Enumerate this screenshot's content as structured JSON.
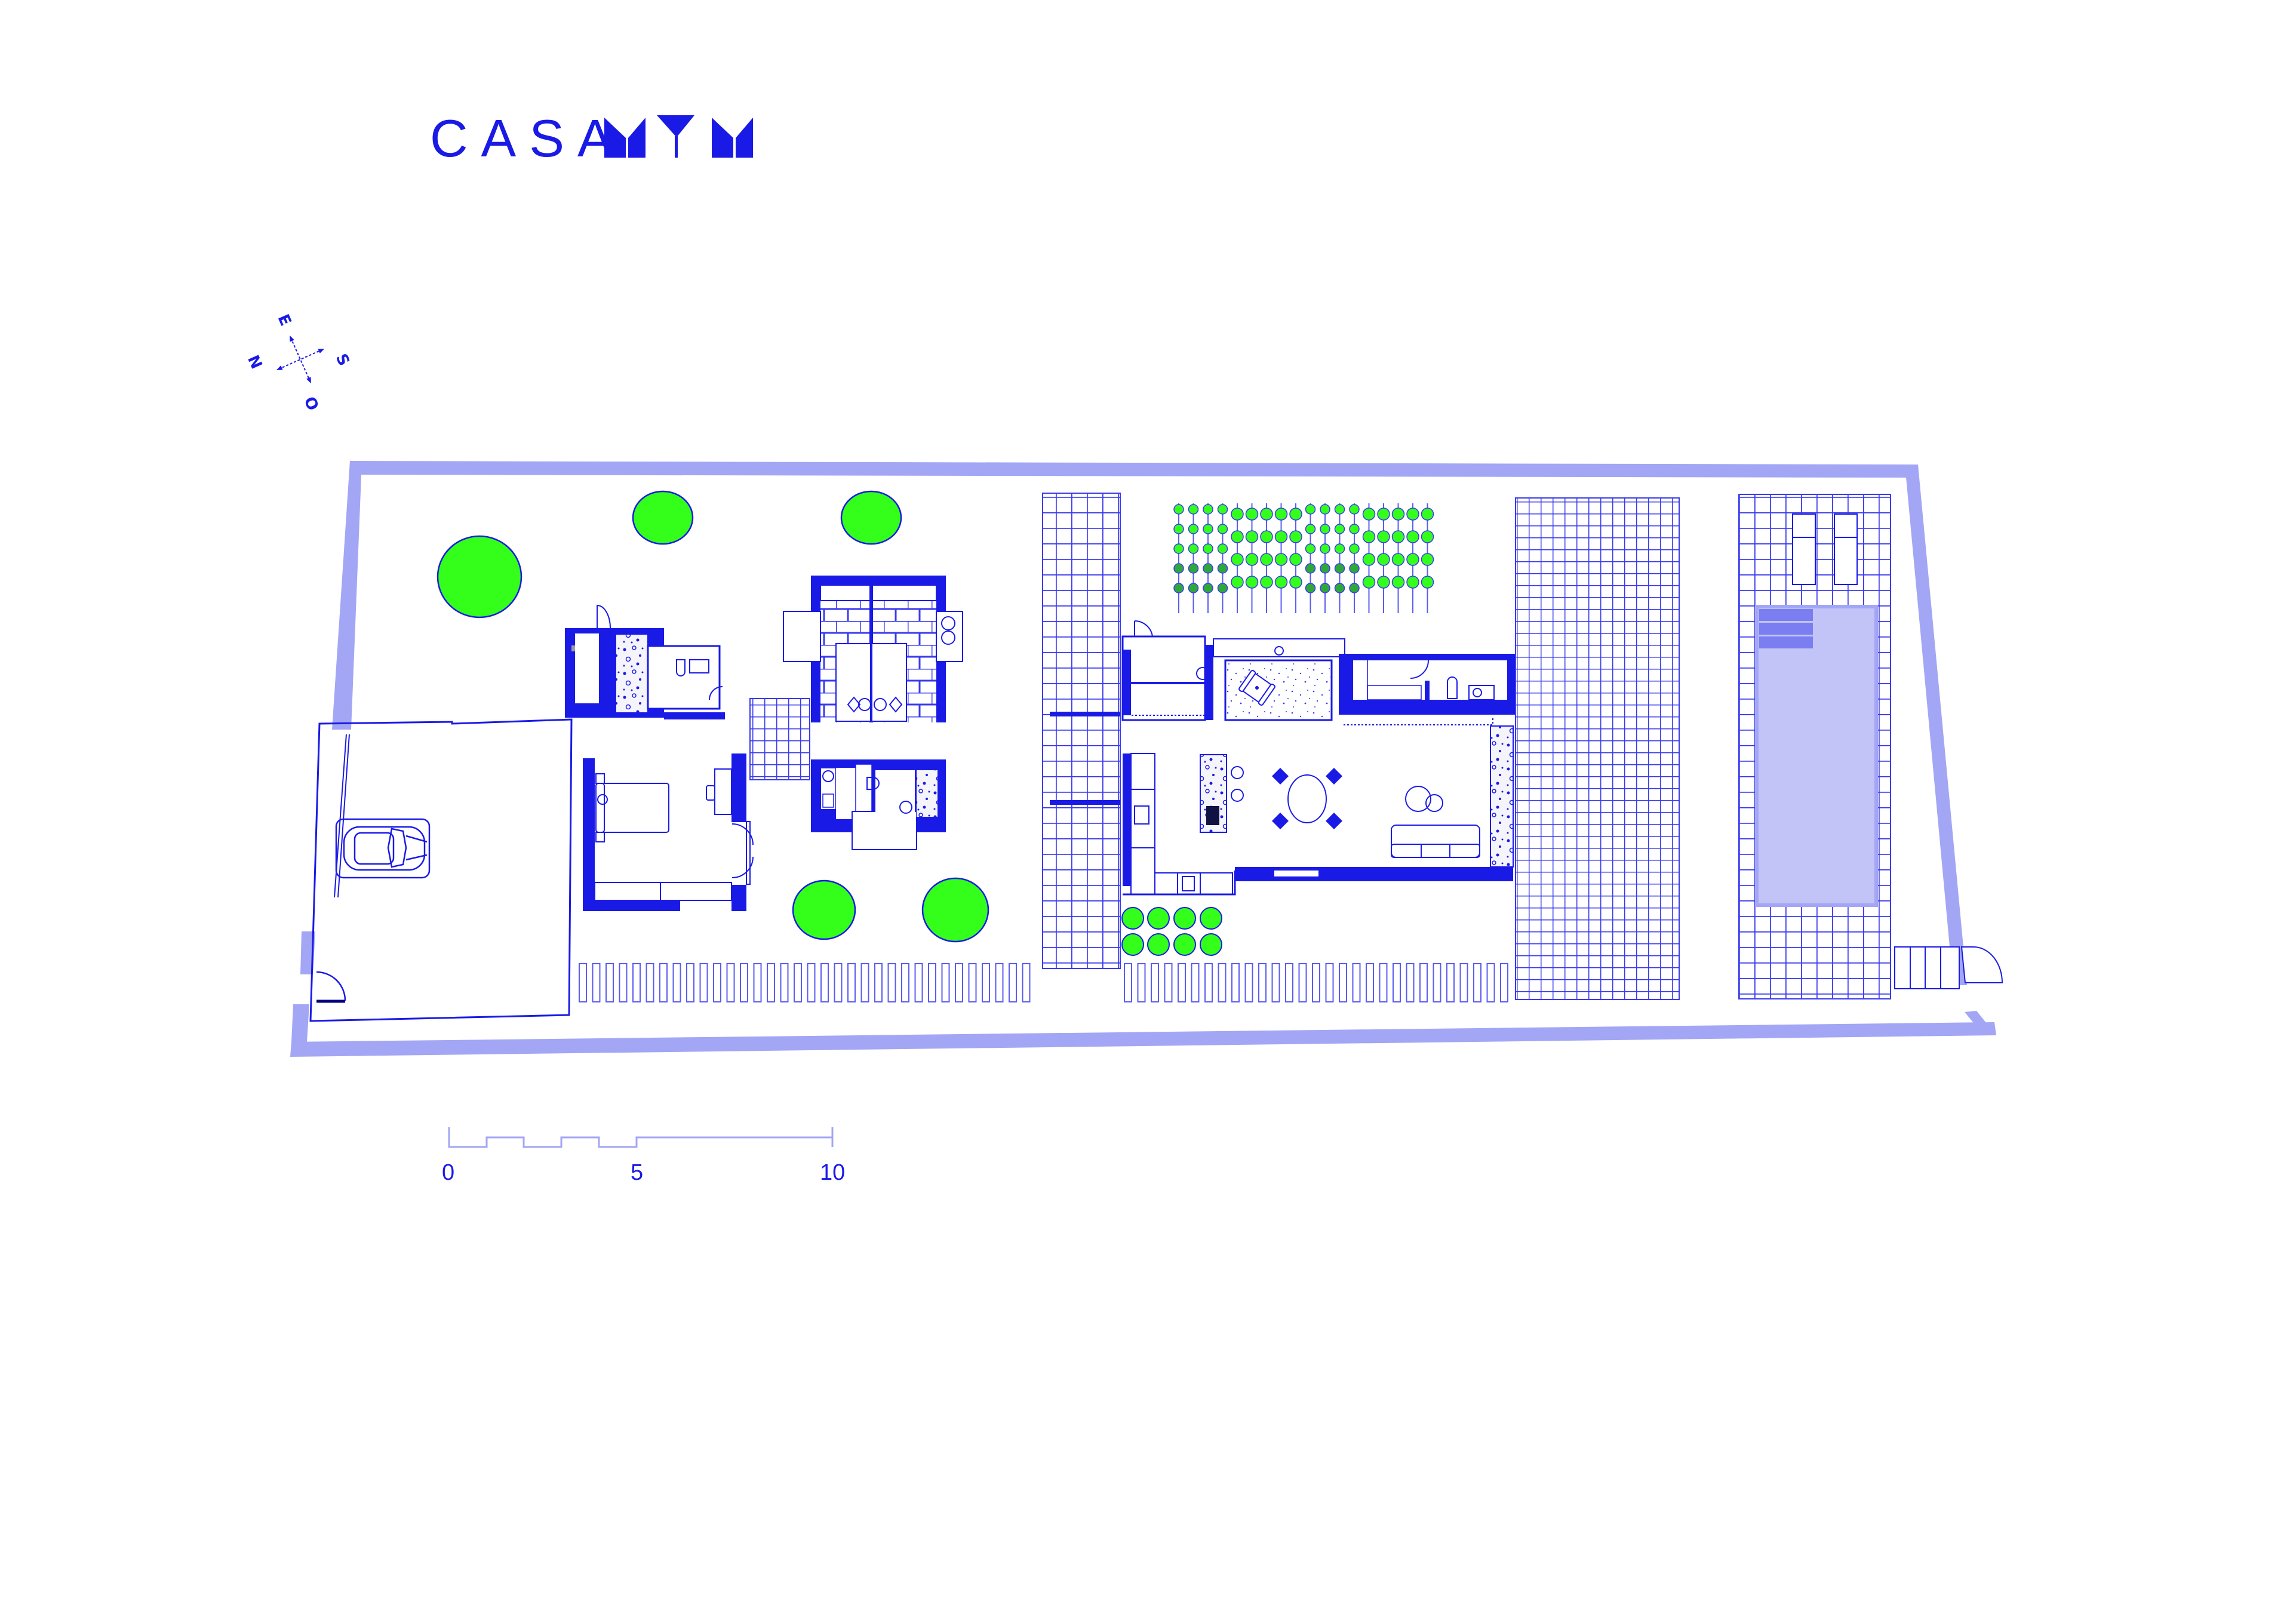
{
  "title": {
    "prefix": "CASA",
    "logo_glyphs": [
      "M",
      "Y",
      "M"
    ],
    "logo_name": "MYM"
  },
  "compass": {
    "north": "N",
    "east": "E",
    "south": "S",
    "west": "O"
  },
  "scale_bar": {
    "labels": [
      "0",
      "5",
      "10"
    ],
    "unit_segments": 5
  },
  "colors": {
    "primary_blue": "#1a1ae6",
    "site_wall": "#a3a6f4",
    "pool_water": "#c2c3f6",
    "pool_steps": "#7b7ef0",
    "tree_green": "#33ff1a",
    "tile_line": "#3a3aee",
    "background": "#ffffff"
  },
  "plan": {
    "zones": [
      "garage",
      "guest-bathroom",
      "master-bedroom",
      "twin-bedroom",
      "bathroom",
      "laundry",
      "entry-patio",
      "study",
      "kitchen",
      "dining",
      "living",
      "service-bathroom",
      "orchard",
      "deck",
      "pool"
    ],
    "orchard": {
      "columns": 18,
      "rows": 5
    },
    "pool": {
      "steps": 3
    }
  }
}
